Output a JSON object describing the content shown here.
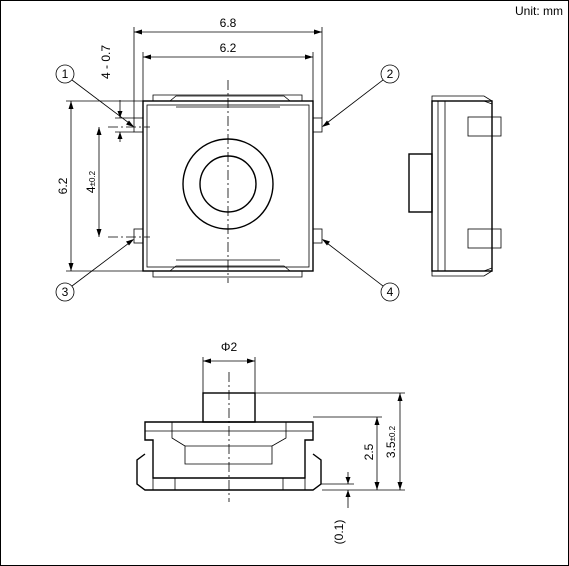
{
  "unit_label": "Unit: mm",
  "top_view": {
    "width_outer": "6.8",
    "width_body": "6.2",
    "terminal_width": "4 - 0.7",
    "height_body": "6.2",
    "terminal_pitch_main": "4",
    "terminal_pitch_tol": "±0.2",
    "callouts": [
      "1",
      "2",
      "3",
      "4"
    ]
  },
  "front_view": {
    "plunger_diameter": "Φ2",
    "body_height": "2.5",
    "total_height_main": "3.5",
    "total_height_tol": "±0.2",
    "standoff": "(0.1)"
  }
}
